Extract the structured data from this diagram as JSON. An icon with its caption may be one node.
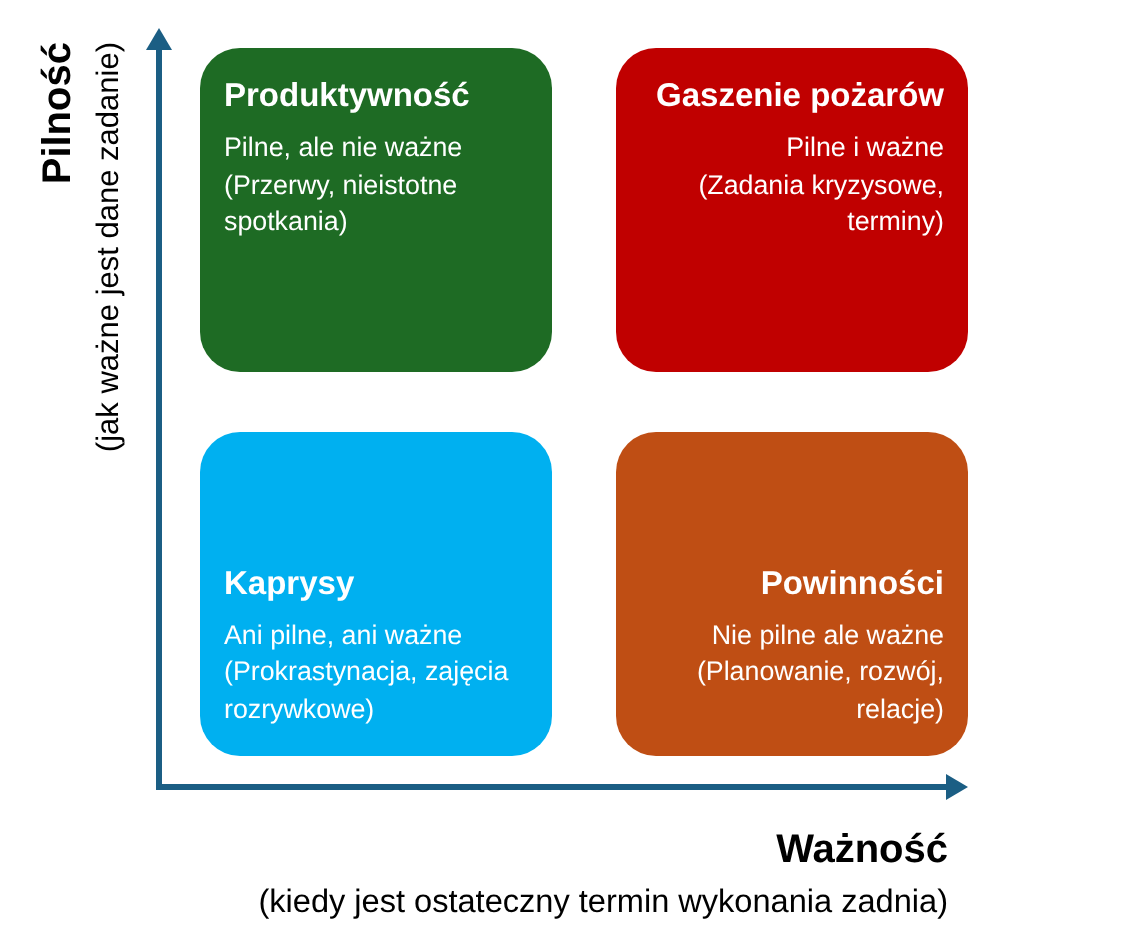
{
  "diagram": {
    "nodes": [
      {
        "text": [
          "Produktywność",
          "Pilne, ale nie ważne",
          "(Przerwy, nieistotne spotkania)"
        ]
      },
      {
        "text": [
          "Gaszenie pożarów",
          "Pilne i ważne",
          "(Zadania kryzysowe, terminy)"
        ]
      },
      {
        "text": [
          "Kaprysy",
          "Ani pilne, ani ważne",
          "(Prokrastynacja, zajęcia rozrywkowe)"
        ]
      },
      {
        "text": [
          "Powinności",
          "Nie pilne ale ważne",
          "(Planowanie, rozwój, relacje)"
        ]
      }
    ],
    "labels": [
      "Pilność",
      "(jak ważne jest dane zadanie)",
      "Ważność",
      "(kiedy jest ostateczny termin wykonania zadnia)"
    ]
  }
}
